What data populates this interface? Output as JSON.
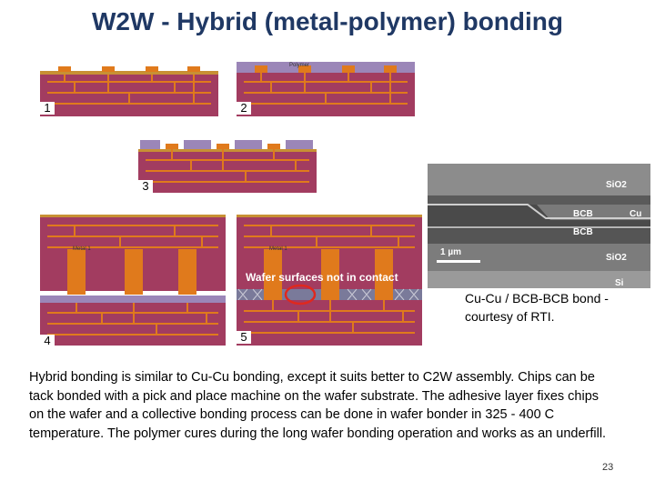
{
  "slide": {
    "title": "W2W - Hybrid (metal-polymer) bonding",
    "page_number": "23"
  },
  "panels": {
    "p1_number": "1",
    "p2_number": "2",
    "p3_number": "3",
    "p4_number": "4",
    "p5_number": "5",
    "polymer_label": "Polymer",
    "metal_label_left": "Metal 1",
    "metal_label_right": "Metal 1",
    "contact_note": "Wafer surfaces not in contact"
  },
  "sem_image": {
    "labels": [
      "SiO2",
      "BCB",
      "Cu",
      "BCB",
      "SiO2",
      "Si"
    ],
    "scale_bar": "1 µm",
    "caption": "Cu-Cu / BCB-BCB bond - courtesy of RTI."
  },
  "description": "Hybrid bonding is similar to Cu-Cu bonding, except it suits better to C2W assembly. Chips can be tack bonded with a pick and place machine on the wafer substrate. The adhesive layer fixes chips on the wafer and a collective bonding process can be done in wafer bonder in 325 - 400 C temperature. The polymer cures during the long wafer bonding operation and works as an underfill.",
  "colors": {
    "title": "#1f3864",
    "substrate": "#a23c60",
    "copper": "#e07a1c",
    "polymer": "#9b86b8",
    "highlight": "#e0281e"
  }
}
